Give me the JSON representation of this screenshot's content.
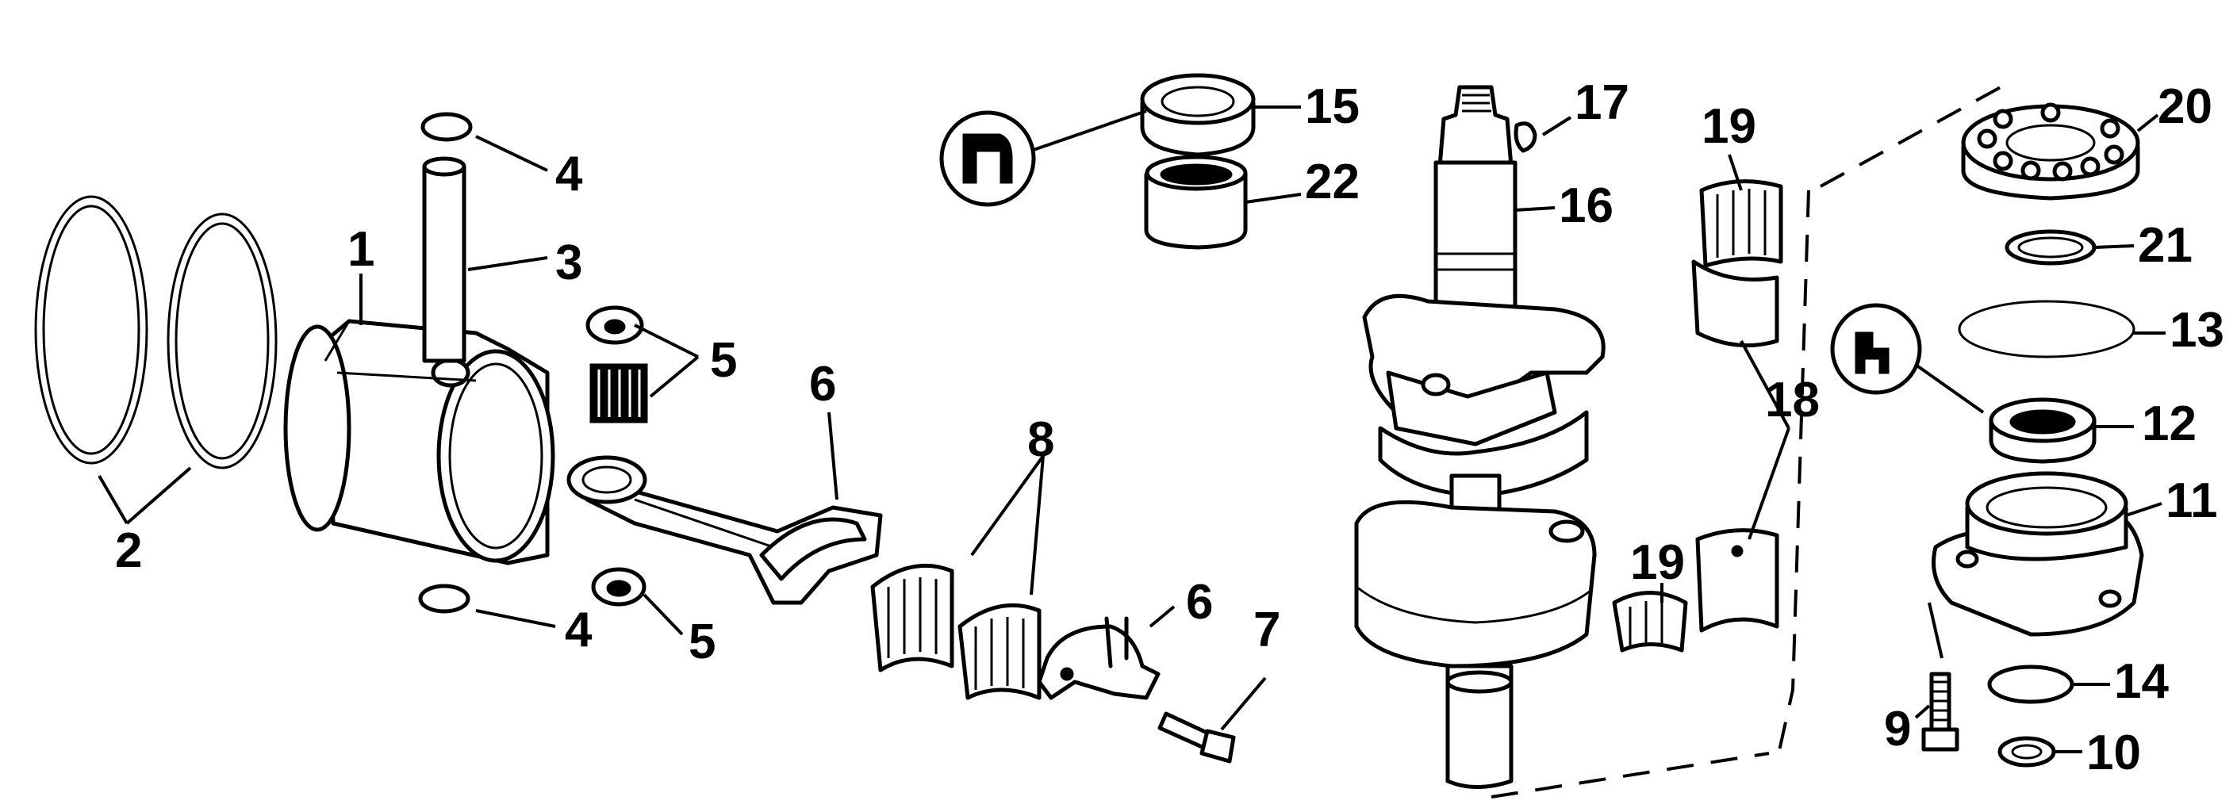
{
  "callouts": {
    "c1": "1",
    "c2": "2",
    "c3": "3",
    "c4a": "4",
    "c4b": "4",
    "c5a": "5",
    "c5b": "5",
    "c6a": "6",
    "c6b": "6",
    "c7": "7",
    "c8": "8",
    "c9": "9",
    "c10": "10",
    "c11": "11",
    "c12": "12",
    "c13": "13",
    "c14": "14",
    "c15": "15",
    "c16": "16",
    "c17": "17",
    "c18": "18",
    "c19a": "19",
    "c19b": "19",
    "c20": "20",
    "c21": "21",
    "c22": "22"
  }
}
